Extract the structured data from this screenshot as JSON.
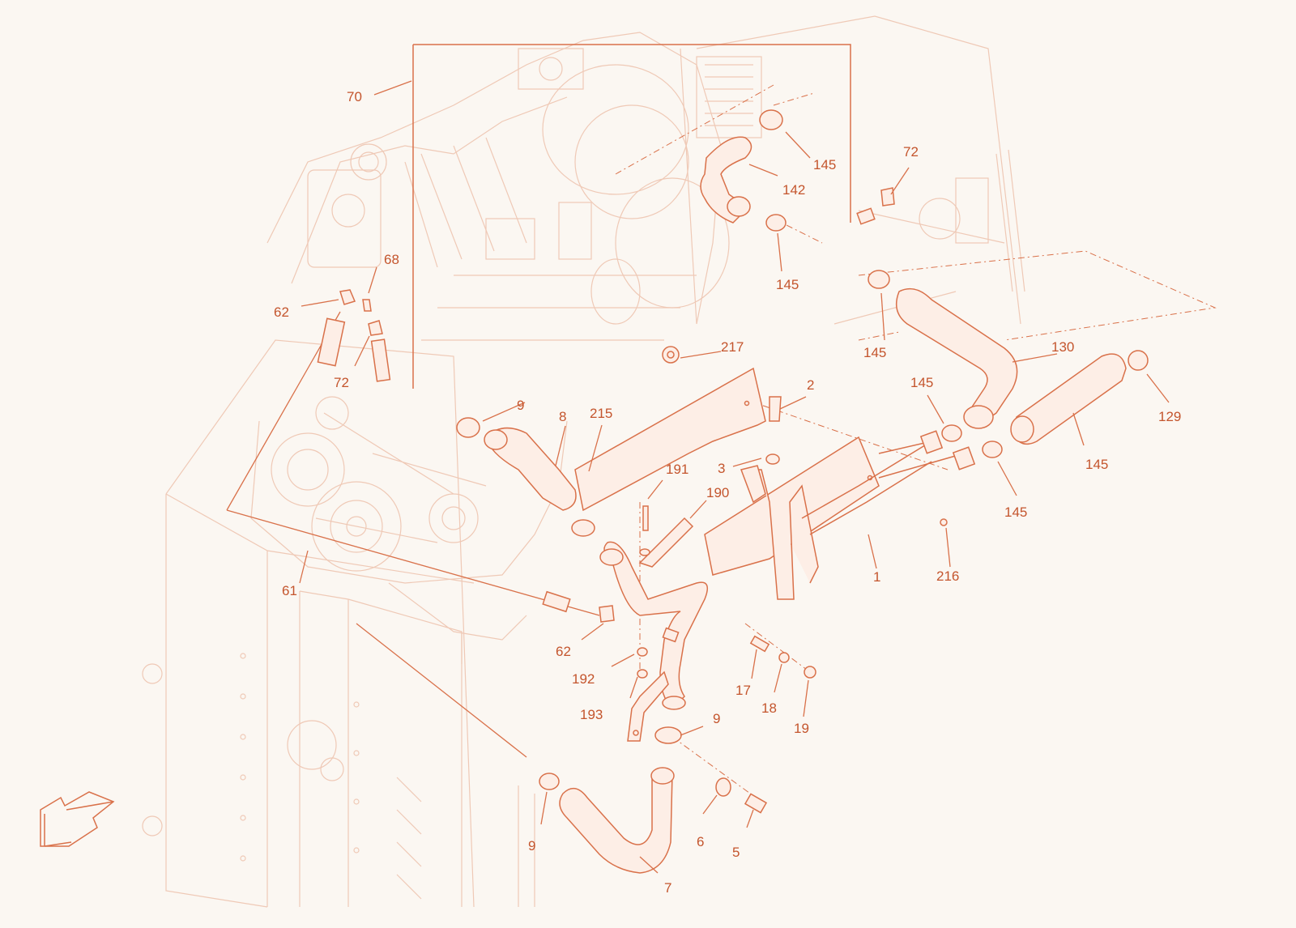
{
  "callouts": [
    {
      "id": "70",
      "text": "70"
    },
    {
      "id": "68",
      "text": "68"
    },
    {
      "id": "62a",
      "text": "62"
    },
    {
      "id": "72a",
      "text": "72"
    },
    {
      "id": "72b",
      "text": "72"
    },
    {
      "id": "217",
      "text": "217"
    },
    {
      "id": "145a",
      "text": "145"
    },
    {
      "id": "142",
      "text": "142"
    },
    {
      "id": "145b",
      "text": "145"
    },
    {
      "id": "145c",
      "text": "145"
    },
    {
      "id": "130",
      "text": "130"
    },
    {
      "id": "145d",
      "text": "145"
    },
    {
      "id": "145e",
      "text": "145"
    },
    {
      "id": "129",
      "text": "129"
    },
    {
      "id": "145f",
      "text": "145"
    },
    {
      "id": "2",
      "text": "2"
    },
    {
      "id": "3",
      "text": "3"
    },
    {
      "id": "9a",
      "text": "9"
    },
    {
      "id": "8",
      "text": "8"
    },
    {
      "id": "215",
      "text": "215"
    },
    {
      "id": "191",
      "text": "191"
    },
    {
      "id": "190",
      "text": "190"
    },
    {
      "id": "1",
      "text": "1"
    },
    {
      "id": "216",
      "text": "216"
    },
    {
      "id": "61",
      "text": "61"
    },
    {
      "id": "62b",
      "text": "62"
    },
    {
      "id": "192",
      "text": "192"
    },
    {
      "id": "193",
      "text": "193"
    },
    {
      "id": "17",
      "text": "17"
    },
    {
      "id": "18",
      "text": "18"
    },
    {
      "id": "19",
      "text": "19"
    },
    {
      "id": "9b",
      "text": "9"
    },
    {
      "id": "9c",
      "text": "9"
    },
    {
      "id": "6",
      "text": "6"
    },
    {
      "id": "5",
      "text": "5"
    },
    {
      "id": "7",
      "text": "7"
    }
  ],
  "colors": {
    "line": "#d9714a",
    "text": "#c4552d",
    "faint": "#efc9b6",
    "background": "#fbf7f2"
  },
  "icons": {
    "direction_arrow": "front-direction-arrow-icon"
  }
}
